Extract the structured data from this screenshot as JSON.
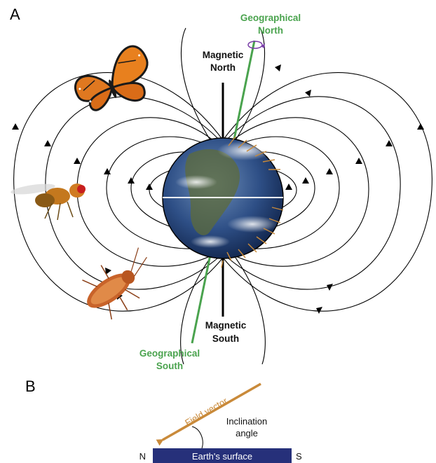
{
  "panels": {
    "a": "A",
    "b": "B"
  },
  "labels": {
    "geo_north_1": "Geographical",
    "geo_north_2": "North",
    "mag_north_1": "Magnetic",
    "mag_north_2": "North",
    "mag_south_1": "Magnetic",
    "mag_south_2": "South",
    "geo_south_1": "Geographical",
    "geo_south_2": "South"
  },
  "panel_b": {
    "field_vector": "Field vector",
    "inclination_1": "Inclination",
    "inclination_2": "angle",
    "surface": "Earth's surface",
    "north": "N",
    "south": "S"
  },
  "animals": [
    "monarch-butterfly",
    "fruit-fly",
    "cockroach"
  ],
  "colors": {
    "geographic_axis": "#4aa34e",
    "field_vector": "#c98a3a",
    "surface_bar": "#26307a",
    "rotation_arrow": "#7a3fa8",
    "field_lines": "#000000"
  }
}
